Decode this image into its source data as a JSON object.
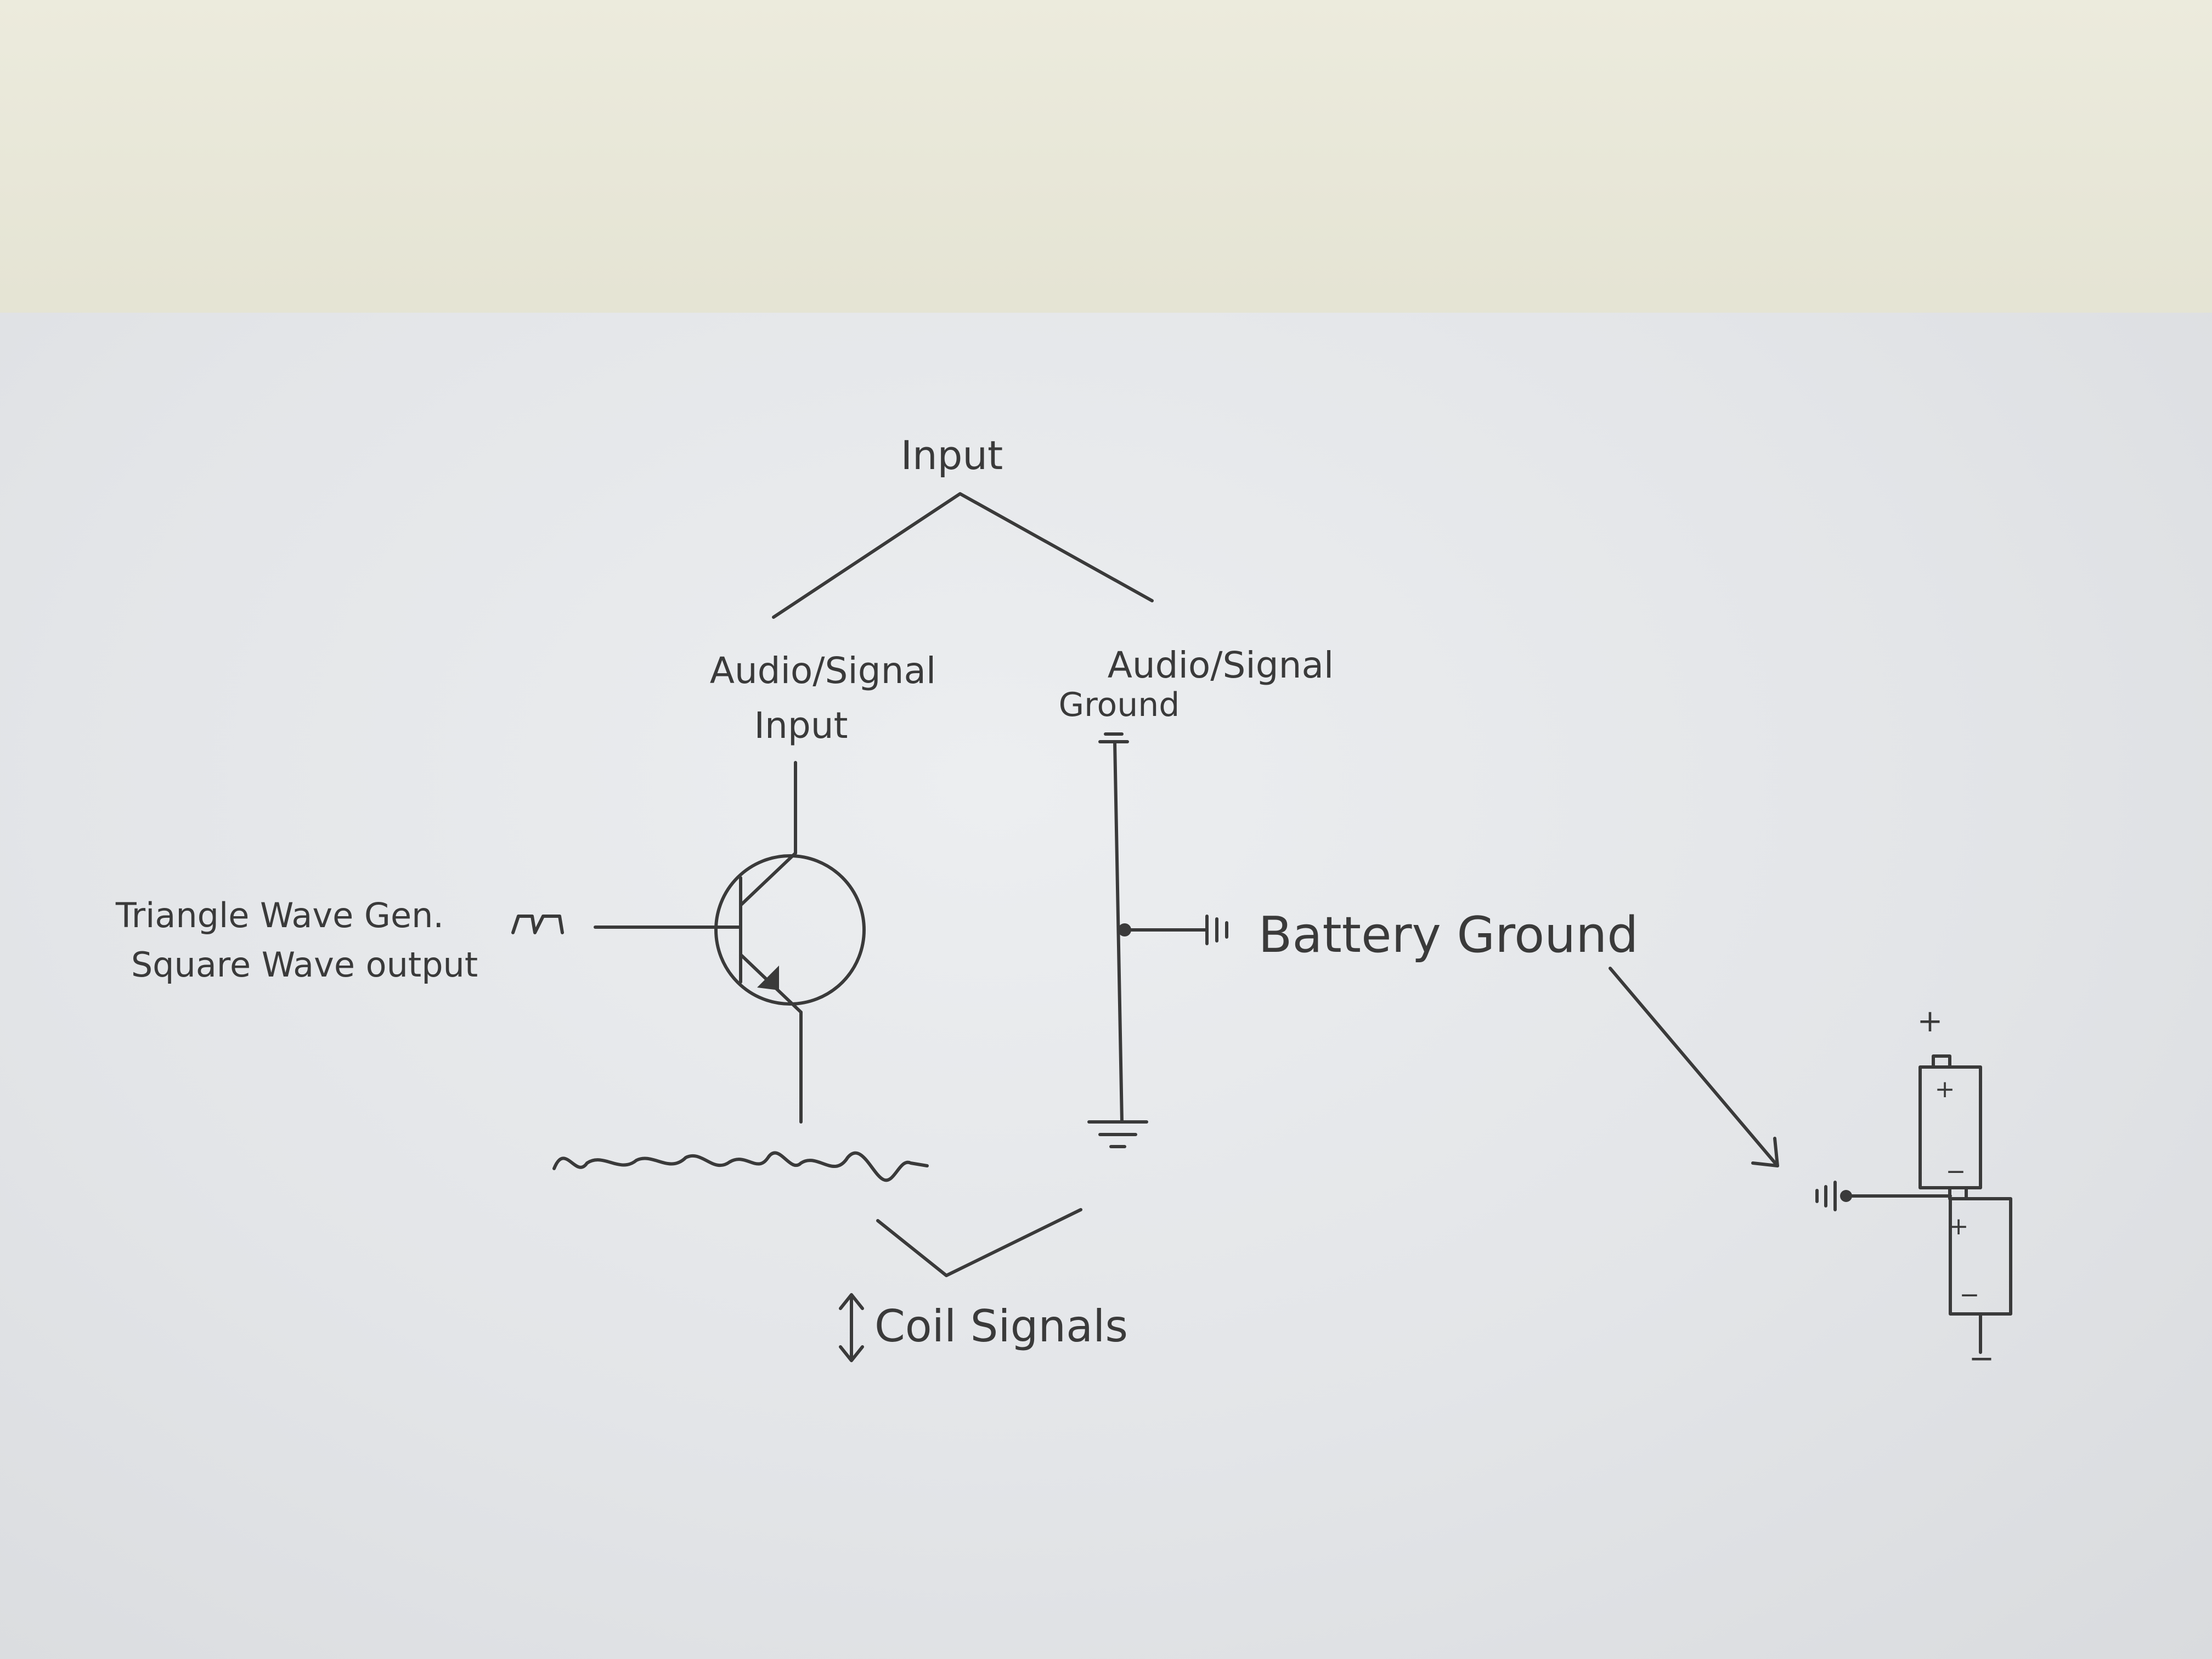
{
  "labels": {
    "input_title": "Input",
    "audio_input_line1": "Audio/Signal",
    "audio_input_line2": "Input",
    "audio_ground_line1": "Audio/Signal",
    "audio_ground_line2": "Ground",
    "triangle_line1": "Triangle Wave Gen.",
    "triangle_line2": "Square Wave output",
    "square_symbol": "⊓⊓",
    "battery_ground": "Battery Ground",
    "coil_signals": "Coil Signals",
    "plus_top": "+",
    "plus_cell1": "+",
    "minus_cell1": "−",
    "plus_cell2": "+",
    "minus_cell2": "−",
    "minus_bottom": "−"
  },
  "colors": {
    "ink": "#3a3a3a",
    "paper": "#e4e6e9",
    "wall": "#e8e7d8"
  }
}
